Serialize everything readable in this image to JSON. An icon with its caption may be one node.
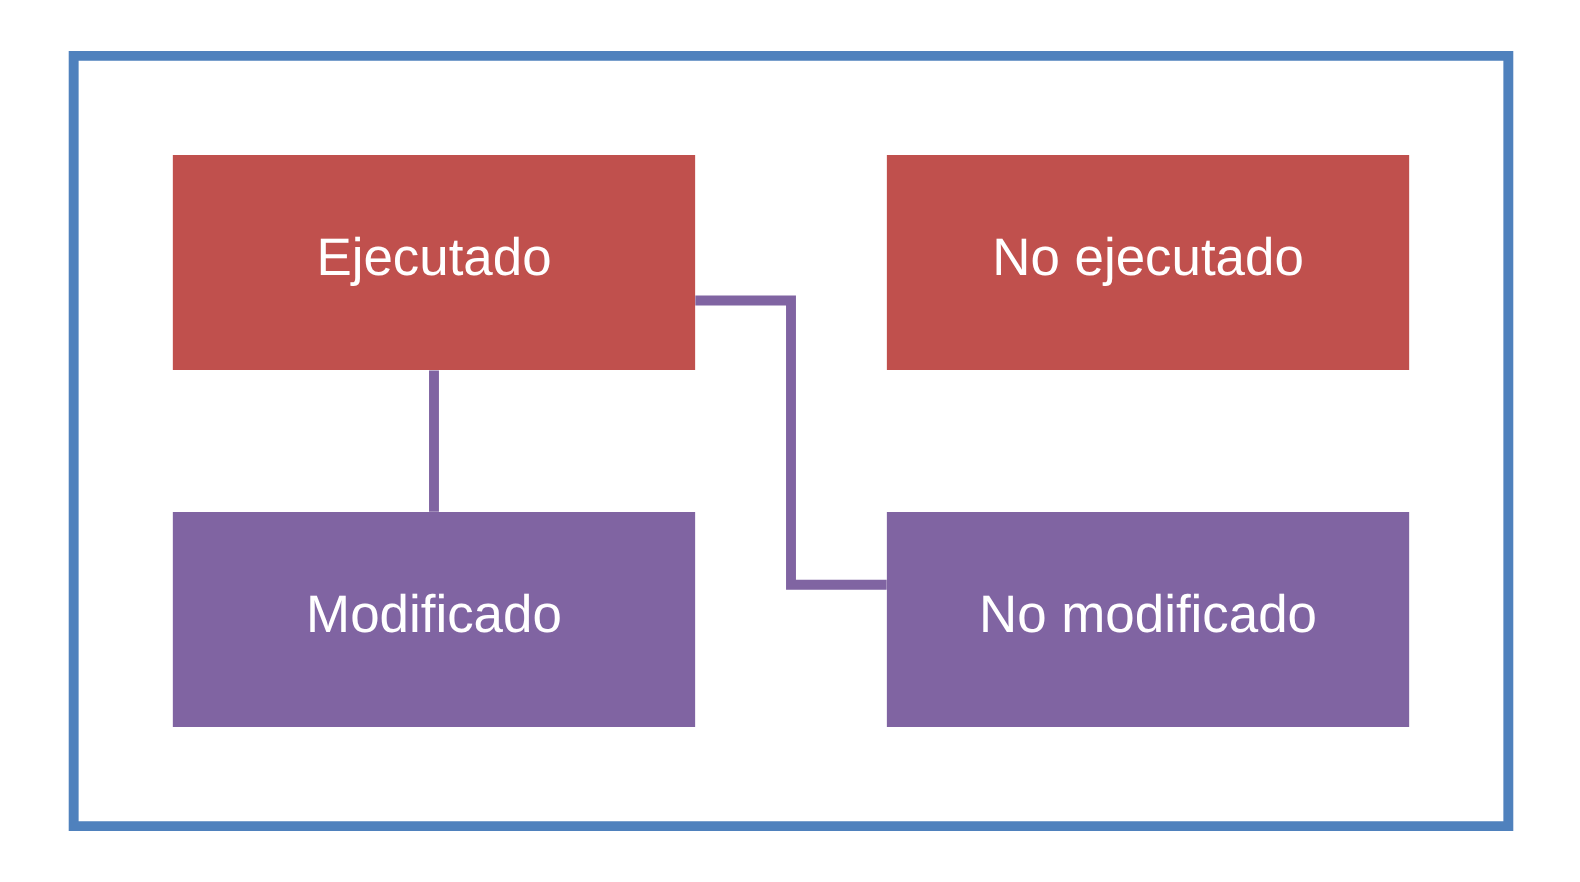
{
  "diagram": {
    "nodes": [
      {
        "text": [],
        "shape": "box"
      },
      {
        "text": [
          "Ejecutado"
        ],
        "in": 0
      },
      {
        "text": [
          "No ejecutado"
        ],
        "in": 0
      },
      {
        "text": [
          "Modificado"
        ],
        "in": 0
      },
      {
        "text": [
          "No modificado"
        ],
        "in": 0
      }
    ],
    "edges": [
      {
        "from": 1,
        "to": 3,
        "arrow": "none"
      },
      {
        "from": 1,
        "to": 4,
        "arrow": "none"
      }
    ]
  }
}
